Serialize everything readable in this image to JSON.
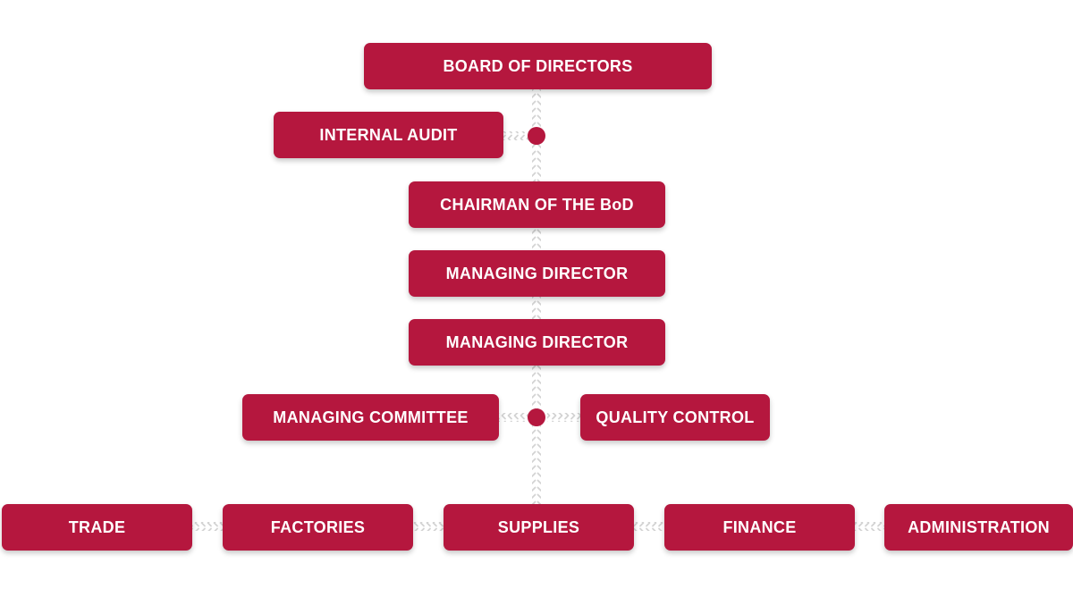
{
  "nodes": {
    "board": "BOARD OF DIRECTORS",
    "audit": "INTERNAL AUDIT",
    "chairman": "CHAIRMAN OF THE BoD",
    "md1": "MANAGING DIRECTOR",
    "md2": "MANAGING DIRECTOR",
    "committee": "MANAGING COMMITTEE",
    "quality": "QUALITY CONTROL",
    "trade": "TRADE",
    "factories": "FACTORIES",
    "supplies": "SUPPLIES",
    "finance": "FINANCE",
    "administration": "ADMINISTRATION"
  },
  "colors": {
    "box": "#b5173e",
    "box_text": "#ffffff",
    "connector": "#d7d7d7",
    "junction_dot": "#b5173e"
  }
}
